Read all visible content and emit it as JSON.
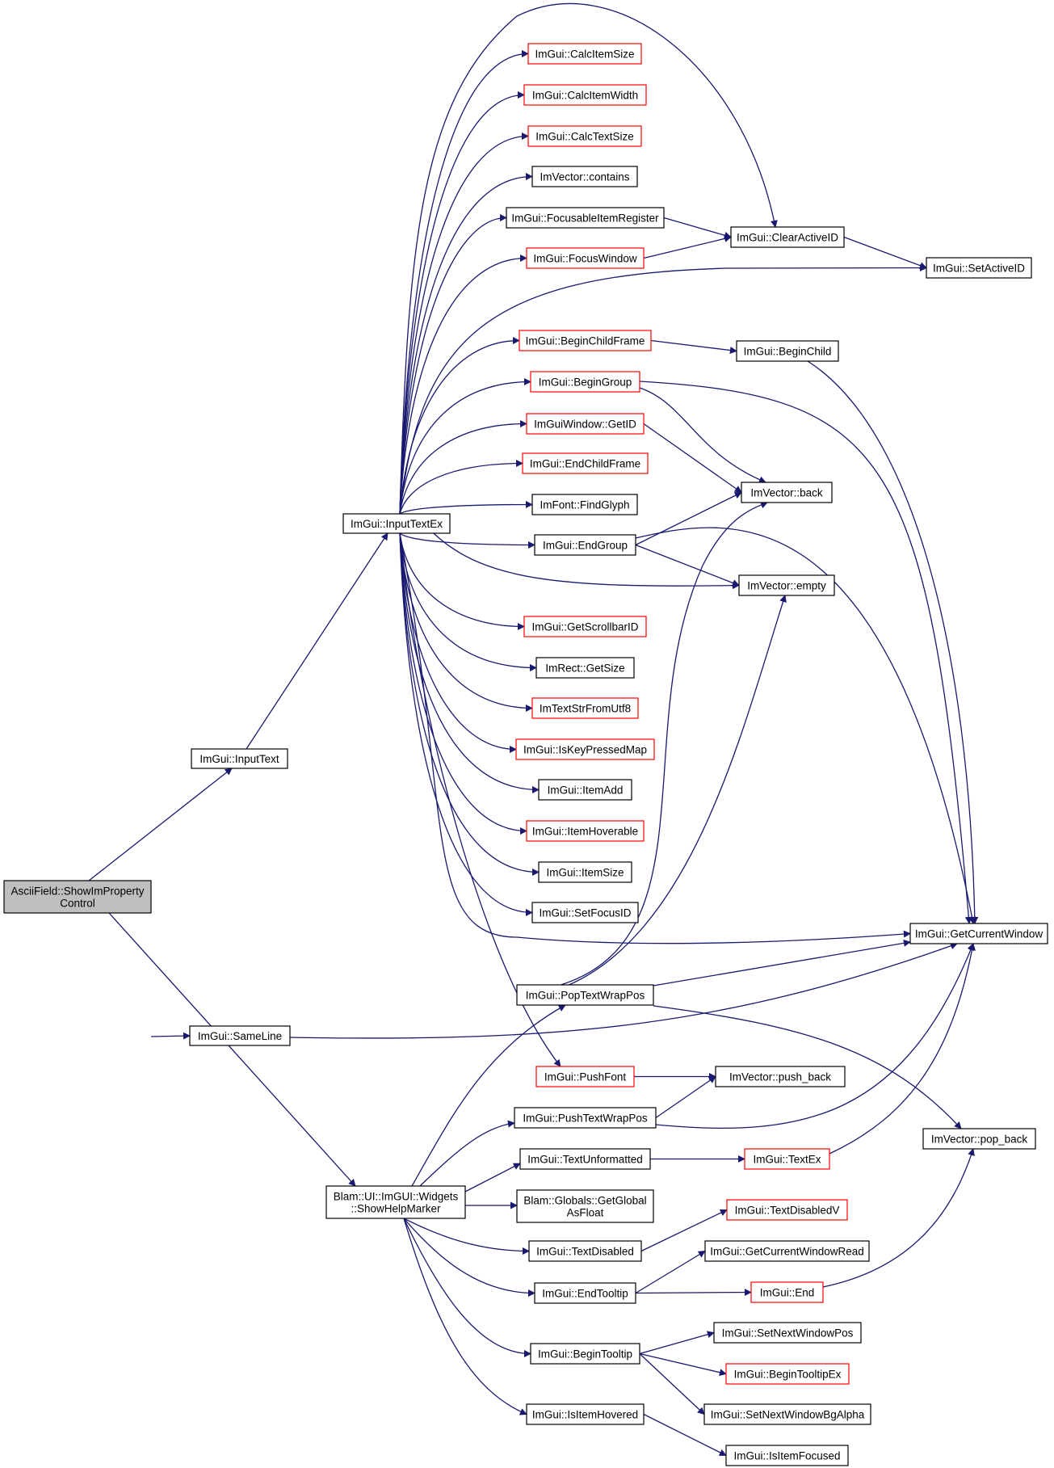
{
  "colors": {
    "edge": "#191970",
    "node_border_normal": "#000000",
    "node_border_truncated": "#ff0000",
    "root_fill": "#bfbfbf",
    "node_fill": "#ffffff"
  },
  "nodes": [
    {
      "id": "root",
      "lines": [
        "AsciiField::ShowImProperty",
        "Control"
      ],
      "style": "root"
    },
    {
      "id": "inputtext",
      "lines": [
        "ImGui::InputText"
      ],
      "style": "normal"
    },
    {
      "id": "sameline",
      "lines": [
        "ImGui::SameLine"
      ],
      "style": "normal"
    },
    {
      "id": "showhelp",
      "lines": [
        "Blam::UI::ImGUI::Widgets",
        "::ShowHelpMarker"
      ],
      "style": "normal"
    },
    {
      "id": "inputtextex",
      "lines": [
        "ImGui::InputTextEx"
      ],
      "style": "normal"
    },
    {
      "id": "calcitemsize",
      "lines": [
        "ImGui::CalcItemSize"
      ],
      "style": "truncated"
    },
    {
      "id": "calcitemwidth",
      "lines": [
        "ImGui::CalcItemWidth"
      ],
      "style": "truncated"
    },
    {
      "id": "calctextsize",
      "lines": [
        "ImGui::CalcTextSize"
      ],
      "style": "truncated"
    },
    {
      "id": "contains",
      "lines": [
        "ImVector::contains"
      ],
      "style": "normal"
    },
    {
      "id": "focusable",
      "lines": [
        "ImGui::FocusableItemRegister"
      ],
      "style": "normal"
    },
    {
      "id": "focuswindow",
      "lines": [
        "ImGui::FocusWindow"
      ],
      "style": "truncated"
    },
    {
      "id": "beginchildframe",
      "lines": [
        "ImGui::BeginChildFrame"
      ],
      "style": "truncated"
    },
    {
      "id": "begingroup",
      "lines": [
        "ImGui::BeginGroup"
      ],
      "style": "truncated"
    },
    {
      "id": "getid",
      "lines": [
        "ImGuiWindow::GetID"
      ],
      "style": "truncated"
    },
    {
      "id": "endchildframe",
      "lines": [
        "ImGui::EndChildFrame"
      ],
      "style": "truncated"
    },
    {
      "id": "findglyph",
      "lines": [
        "ImFont::FindGlyph"
      ],
      "style": "normal"
    },
    {
      "id": "endgroup",
      "lines": [
        "ImGui::EndGroup"
      ],
      "style": "normal"
    },
    {
      "id": "getscrollbarid",
      "lines": [
        "ImGui::GetScrollbarID"
      ],
      "style": "truncated"
    },
    {
      "id": "getsize",
      "lines": [
        "ImRect::GetSize"
      ],
      "style": "normal"
    },
    {
      "id": "imtextstr",
      "lines": [
        "ImTextStrFromUtf8"
      ],
      "style": "truncated"
    },
    {
      "id": "iskeypressed",
      "lines": [
        "ImGui::IsKeyPressedMap"
      ],
      "style": "truncated"
    },
    {
      "id": "itemadd",
      "lines": [
        "ImGui::ItemAdd"
      ],
      "style": "normal"
    },
    {
      "id": "itemhoverable",
      "lines": [
        "ImGui::ItemHoverable"
      ],
      "style": "truncated"
    },
    {
      "id": "itemsize",
      "lines": [
        "ImGui::ItemSize"
      ],
      "style": "normal"
    },
    {
      "id": "setfocusid",
      "lines": [
        "ImGui::SetFocusID"
      ],
      "style": "normal"
    },
    {
      "id": "poptextwrap",
      "lines": [
        "ImGui::PopTextWrapPos"
      ],
      "style": "normal"
    },
    {
      "id": "pushfont",
      "lines": [
        "ImGui::PushFont"
      ],
      "style": "truncated"
    },
    {
      "id": "pushtextwrap",
      "lines": [
        "ImGui::PushTextWrapPos"
      ],
      "style": "normal"
    },
    {
      "id": "textunformatted",
      "lines": [
        "ImGui::TextUnformatted"
      ],
      "style": "normal"
    },
    {
      "id": "getglobal",
      "lines": [
        "Blam::Globals::GetGlobal",
        "AsFloat"
      ],
      "style": "normal"
    },
    {
      "id": "textdisabled",
      "lines": [
        "ImGui::TextDisabled"
      ],
      "style": "normal"
    },
    {
      "id": "endtooltip",
      "lines": [
        "ImGui::EndTooltip"
      ],
      "style": "normal"
    },
    {
      "id": "begintooltip",
      "lines": [
        "ImGui::BeginTooltip"
      ],
      "style": "normal"
    },
    {
      "id": "isitemhovered",
      "lines": [
        "ImGui::IsItemHovered"
      ],
      "style": "normal"
    },
    {
      "id": "clearactiveid",
      "lines": [
        "ImGui::ClearActiveID"
      ],
      "style": "normal"
    },
    {
      "id": "setactiveid",
      "lines": [
        "ImGui::SetActiveID"
      ],
      "style": "normal"
    },
    {
      "id": "beginchild",
      "lines": [
        "ImGui::BeginChild"
      ],
      "style": "normal"
    },
    {
      "id": "back",
      "lines": [
        "ImVector::back"
      ],
      "style": "normal"
    },
    {
      "id": "empty",
      "lines": [
        "ImVector::empty"
      ],
      "style": "normal"
    },
    {
      "id": "getcurrentwindow",
      "lines": [
        "ImGui::GetCurrentWindow"
      ],
      "style": "normal"
    },
    {
      "id": "pushback",
      "lines": [
        "ImVector::push_back"
      ],
      "style": "normal"
    },
    {
      "id": "popback",
      "lines": [
        "ImVector::pop_back"
      ],
      "style": "normal"
    },
    {
      "id": "textex",
      "lines": [
        "ImGui::TextEx"
      ],
      "style": "truncated"
    },
    {
      "id": "textdisabledv",
      "lines": [
        "ImGui::TextDisabledV"
      ],
      "style": "truncated"
    },
    {
      "id": "getcurrentwindowread",
      "lines": [
        "ImGui::GetCurrentWindowRead"
      ],
      "style": "normal"
    },
    {
      "id": "end",
      "lines": [
        "ImGui::End"
      ],
      "style": "truncated"
    },
    {
      "id": "setnextwindowpos",
      "lines": [
        "ImGui::SetNextWindowPos"
      ],
      "style": "normal"
    },
    {
      "id": "begintooltipex",
      "lines": [
        "ImGui::BeginTooltipEx"
      ],
      "style": "truncated"
    },
    {
      "id": "setnextwindowbgalpha",
      "lines": [
        "ImGui::SetNextWindowBgAlpha"
      ],
      "style": "normal"
    },
    {
      "id": "isitemfocused",
      "lines": [
        "ImGui::IsItemFocused"
      ],
      "style": "normal"
    }
  ],
  "edges": [
    [
      "root",
      "inputtext"
    ],
    [
      "root",
      "sameline"
    ],
    [
      "root",
      "showhelp"
    ],
    [
      "inputtext",
      "inputtextex"
    ],
    [
      "inputtextex",
      "calcitemsize"
    ],
    [
      "inputtextex",
      "calcitemwidth"
    ],
    [
      "inputtextex",
      "calctextsize"
    ],
    [
      "inputtextex",
      "contains"
    ],
    [
      "inputtextex",
      "focusable"
    ],
    [
      "inputtextex",
      "focuswindow"
    ],
    [
      "inputtextex",
      "clearactiveid"
    ],
    [
      "inputtextex",
      "setactiveid"
    ],
    [
      "inputtextex",
      "beginchildframe"
    ],
    [
      "inputtextex",
      "begingroup"
    ],
    [
      "inputtextex",
      "getid"
    ],
    [
      "inputtextex",
      "endchildframe"
    ],
    [
      "inputtextex",
      "findglyph"
    ],
    [
      "inputtextex",
      "endgroup"
    ],
    [
      "inputtextex",
      "empty"
    ],
    [
      "inputtextex",
      "getscrollbarid"
    ],
    [
      "inputtextex",
      "getsize"
    ],
    [
      "inputtextex",
      "imtextstr"
    ],
    [
      "inputtextex",
      "iskeypressed"
    ],
    [
      "inputtextex",
      "itemadd"
    ],
    [
      "inputtextex",
      "itemhoverable"
    ],
    [
      "inputtextex",
      "itemsize"
    ],
    [
      "inputtextex",
      "setfocusid"
    ],
    [
      "inputtextex",
      "getcurrentwindow"
    ],
    [
      "inputtextex",
      "pushfont"
    ],
    [
      "focusable",
      "clearactiveid"
    ],
    [
      "focuswindow",
      "clearactiveid"
    ],
    [
      "clearactiveid",
      "setactiveid"
    ],
    [
      "beginchildframe",
      "beginchild"
    ],
    [
      "beginchild",
      "getcurrentwindow"
    ],
    [
      "begingroup",
      "back"
    ],
    [
      "begingroup",
      "getcurrentwindow"
    ],
    [
      "getid",
      "back"
    ],
    [
      "endgroup",
      "back"
    ],
    [
      "endgroup",
      "empty"
    ],
    [
      "endgroup",
      "getcurrentwindow"
    ],
    [
      "sameline",
      "getcurrentwindow"
    ],
    [
      "poptextwrap",
      "getcurrentwindow"
    ],
    [
      "poptextwrap",
      "back"
    ],
    [
      "poptextwrap",
      "empty"
    ],
    [
      "poptextwrap",
      "popback"
    ],
    [
      "pushfont",
      "pushback"
    ],
    [
      "pushtextwrap",
      "pushback"
    ],
    [
      "pushtextwrap",
      "getcurrentwindow"
    ],
    [
      "showhelp",
      "poptextwrap"
    ],
    [
      "showhelp",
      "pushtextwrap"
    ],
    [
      "showhelp",
      "textunformatted"
    ],
    [
      "showhelp",
      "getglobal"
    ],
    [
      "showhelp",
      "textdisabled"
    ],
    [
      "showhelp",
      "endtooltip"
    ],
    [
      "showhelp",
      "begintooltip"
    ],
    [
      "showhelp",
      "isitemhovered"
    ],
    [
      "textunformatted",
      "textex"
    ],
    [
      "textex",
      "getcurrentwindow"
    ],
    [
      "textdisabled",
      "textdisabledv"
    ],
    [
      "endtooltip",
      "getcurrentwindowread"
    ],
    [
      "endtooltip",
      "end"
    ],
    [
      "end",
      "popback"
    ],
    [
      "begintooltip",
      "setnextwindowpos"
    ],
    [
      "begintooltip",
      "begintooltipex"
    ],
    [
      "begintooltip",
      "setnextwindowbgalpha"
    ],
    [
      "isitemhovered",
      "isitemfocused"
    ]
  ]
}
